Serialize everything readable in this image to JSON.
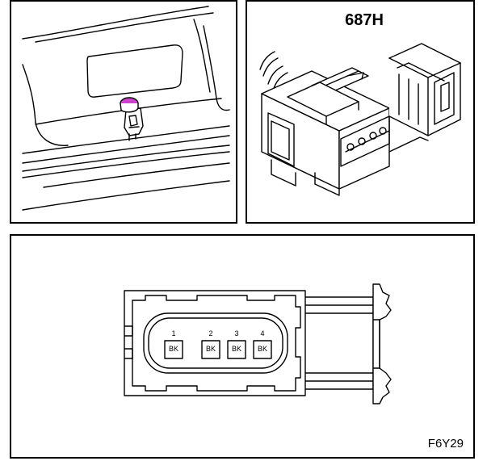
{
  "connector": {
    "title": "687H"
  },
  "colors": {
    "highlight": "#cc44cc",
    "line": "#000000",
    "background": "#ffffff"
  },
  "pinout": {
    "pins": [
      {
        "number": "1",
        "color": "BK"
      },
      {
        "number": "2",
        "color": "BK"
      },
      {
        "number": "3",
        "color": "BK"
      },
      {
        "number": "4",
        "color": "BK"
      }
    ]
  },
  "figure": {
    "code": "F6Y29"
  }
}
